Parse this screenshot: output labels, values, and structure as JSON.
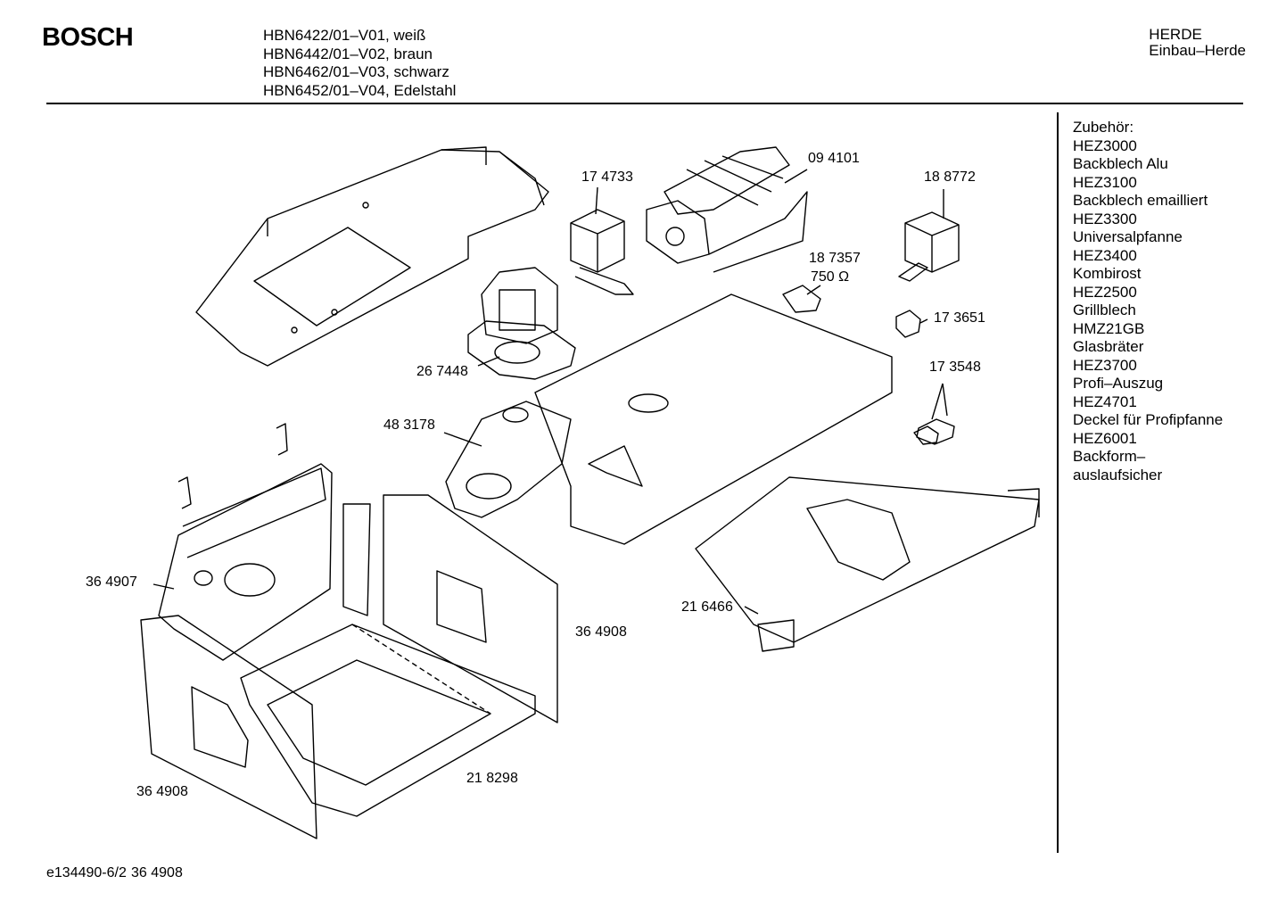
{
  "header": {
    "brand": "BOSCH",
    "models": [
      "HBN6422/01–V01, weiß",
      "HBN6442/01–V02, braun",
      "HBN6462/01–V03, schwarz",
      "HBN6452/01–V04, Edelstahl"
    ],
    "category": [
      "HERDE",
      "Einbau–Herde"
    ]
  },
  "accessories": {
    "items": [
      "Zubehör:",
      "HEZ3000",
      "Backblech Alu",
      "HEZ3100",
      "Backblech emailliert",
      "HEZ3300",
      "Universalpfanne",
      "HEZ3400",
      "Kombirost",
      "HEZ2500",
      "Grillblech",
      "HMZ21GB",
      "Glasbräter",
      "HEZ3700",
      "Profi–Auszug",
      "HEZ4701",
      "Deckel für Profipfanne",
      "HEZ6001",
      "Backform–",
      "auslaufsicher"
    ]
  },
  "parts": {
    "p174733": "17 4733",
    "p094101": "09 4101",
    "p188772": "18 8772",
    "p187357": "18 7357",
    "p187357_ohm": "750 Ω",
    "p173651": "17 3651",
    "p173548": "17 3548",
    "p267448": "26 7448",
    "p483178": "48 3178",
    "p364907": "36 4907",
    "p216466": "21 6466",
    "p364908a": "36 4908",
    "p364908b": "36 4908",
    "p218298": "21 8298"
  },
  "footer": {
    "code": "e134490-6/2",
    "overlap": "36 4908"
  },
  "colors": {
    "ink": "#000000",
    "paper": "#ffffff"
  }
}
